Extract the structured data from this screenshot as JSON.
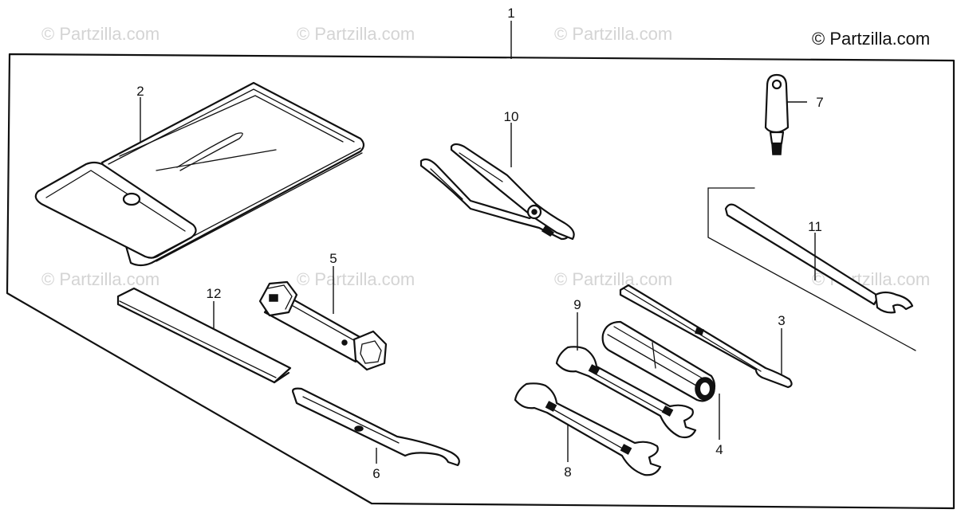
{
  "copyright": "© Partzilla.com",
  "watermark": "© Partzilla.com",
  "callouts": {
    "assembly": "1",
    "tool_bag": "2",
    "screwdriver_flat": "3",
    "screwdriver_handle": "4",
    "plug_wrench": "5",
    "pin_spanner": "6",
    "screwdriver_grip": "7",
    "open_end_wrench_a": "8",
    "open_end_wrench_b": "9",
    "pliers": "10",
    "open_end_wrench_c": "11",
    "extension_bar": "12"
  }
}
